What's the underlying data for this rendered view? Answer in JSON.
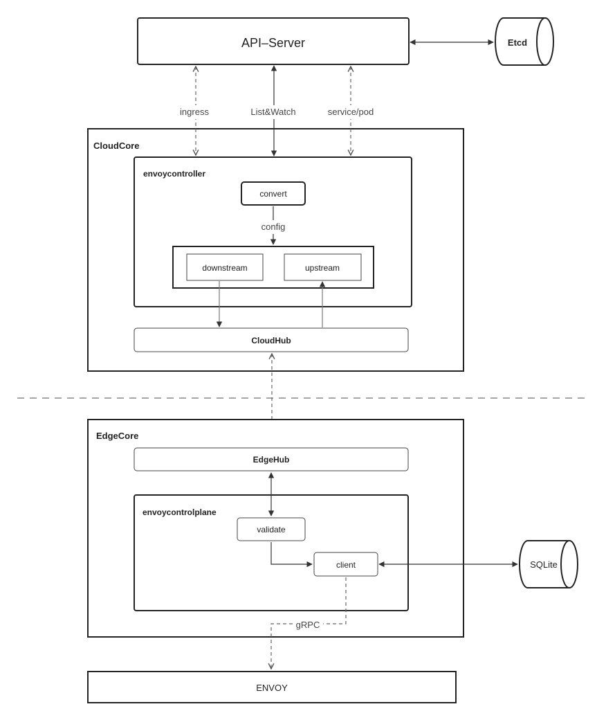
{
  "nodes": {
    "api_server": "API–Server",
    "etcd": "Etcd",
    "cloudcore": "CloudCore",
    "envoycontroller": "envoycontroller",
    "convert": "convert",
    "downstream": "downstream",
    "upstream": "upstream",
    "cloudhub": "CloudHub",
    "edgecore": "EdgeCore",
    "edgehub": "EdgeHub",
    "envoycontrolplane": "envoycontrolplane",
    "validate": "validate",
    "client": "client",
    "sqlite": "SQLite",
    "envoy": "ENVOY"
  },
  "edges": {
    "ingress": "ingress",
    "listwatch": "List&Watch",
    "servicepod": "service/pod",
    "config": "config",
    "grpc": "gRPC"
  }
}
